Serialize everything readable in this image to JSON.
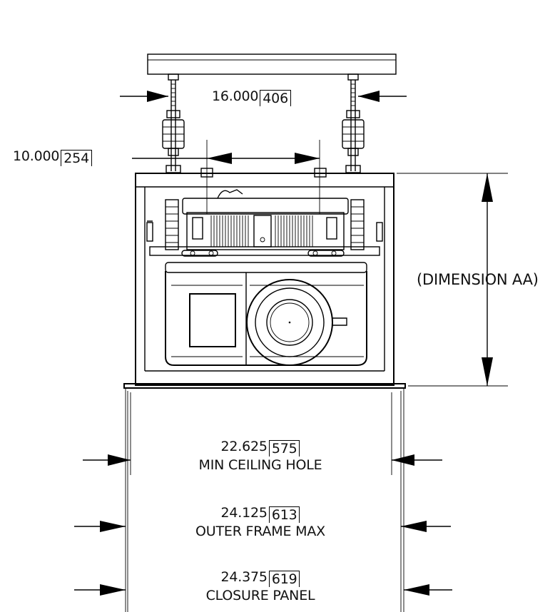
{
  "dimensions": {
    "top_span": {
      "value": "16.000",
      "metric": "406"
    },
    "mount_span": {
      "value": "10.000",
      "metric": "254"
    },
    "height": {
      "label": "(DIMENSION AA)"
    },
    "ceiling_hole": {
      "value": "22.625",
      "metric": "575",
      "caption": "MIN CEILING HOLE"
    },
    "outer_frame": {
      "value": "24.125",
      "metric": "613",
      "caption": "OUTER FRAME MAX"
    },
    "closure_panel": {
      "value": "24.375",
      "metric": "619",
      "caption": "CLOSURE PANEL"
    }
  }
}
